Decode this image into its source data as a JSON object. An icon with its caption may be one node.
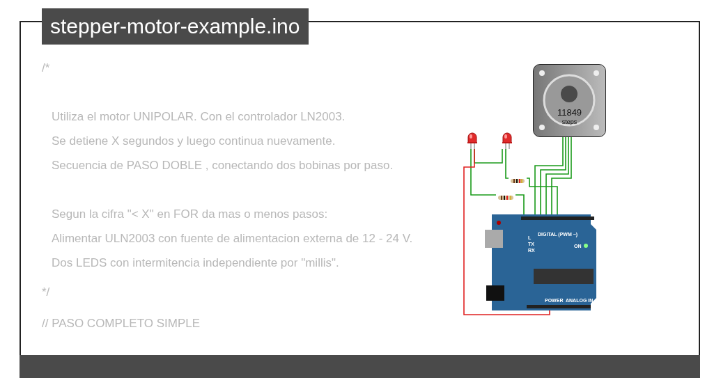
{
  "diagram": {
    "title": "stepper-motor-example.ino",
    "nodes": [
      {
        "text": [
          "11849",
          "steps"
        ]
      },
      {
        "text": [],
        "shape": "picture"
      },
      {
        "text": [],
        "shape": "picture"
      },
      {
        "text": [],
        "shape": "picture"
      },
      {
        "text": [],
        "shape": "picture"
      },
      {
        "text": [],
        "shape": "picture"
      }
    ],
    "edges": [
      {
        "from": 0,
        "to": 5,
        "arrow": "none"
      },
      {
        "from": 0,
        "to": 5,
        "arrow": "none"
      },
      {
        "from": 0,
        "to": 5,
        "arrow": "none"
      },
      {
        "from": 0,
        "to": 5,
        "arrow": "none"
      },
      {
        "from": 2,
        "to": 3,
        "arrow": "none"
      },
      {
        "from": 3,
        "to": 5,
        "arrow": "none"
      },
      {
        "from": 1,
        "to": 4,
        "arrow": "none"
      },
      {
        "from": 4,
        "to": 5,
        "arrow": "none"
      },
      {
        "from": 1,
        "to": 2,
        "arrow": "none"
      },
      {
        "from": 1,
        "to": 5,
        "arrow": "none",
        "color": "#e02020"
      }
    ],
    "labels": [
      "/*",
      "Utiliza el motor UNIPOLAR. Con el controlador LN2003.",
      "Se detiene X  segundos y luego continua nuevamente.",
      "Secuencia de PASO DOBLE , conectando dos bobinas por paso.",
      "Segun la cifra \"< X\" en FOR da mas o menos pasos:",
      "Alimentar ULN2003 con fuente de alimentacion externa de 12 - 24 V.",
      "Dos LEDS con intermitencia independiente por \"millis\".",
      "*/",
      "// PASO COMPLETO SIMPLE",
      "DIGITAL (PWM ~)",
      "POWER",
      "ANALOG IN",
      "ON",
      "TX",
      "RX",
      "L"
    ]
  }
}
